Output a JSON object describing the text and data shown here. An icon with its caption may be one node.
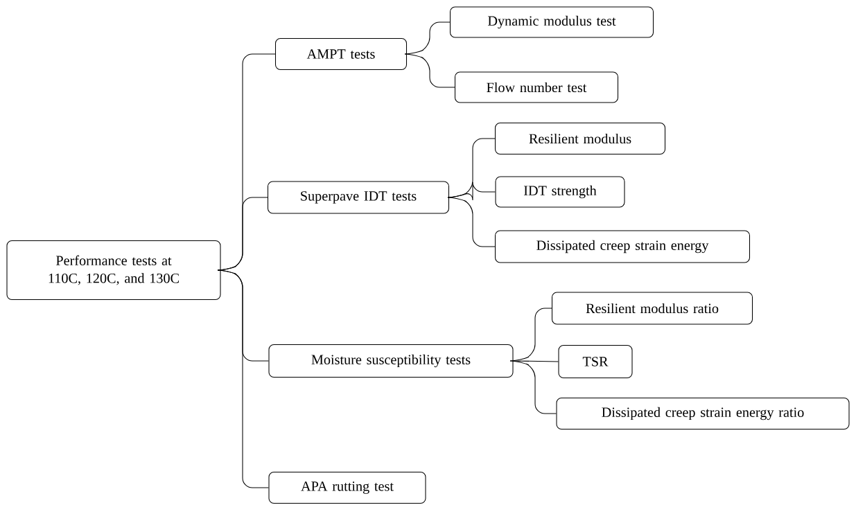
{
  "diagram": {
    "nodes": [
      {
        "text": [
          "Performance tests at 110C, 120C, and 130C"
        ]
      },
      {
        "text": [
          "AMPT tests"
        ]
      },
      {
        "text": [
          "Dynamic modulus test"
        ]
      },
      {
        "text": [
          "Flow number test"
        ]
      },
      {
        "text": [
          "Superpave IDT tests"
        ]
      },
      {
        "text": [
          "Resilient modulus"
        ]
      },
      {
        "text": [
          "IDT strength"
        ]
      },
      {
        "text": [
          "Dissipated creep strain energy"
        ]
      },
      {
        "text": [
          "Moisture susceptibility tests"
        ]
      },
      {
        "text": [
          "Resilient modulus ratio"
        ]
      },
      {
        "text": [
          "TSR"
        ]
      },
      {
        "text": [
          "Dissipated creep strain energy ratio"
        ]
      },
      {
        "text": [
          "APA rutting test"
        ]
      }
    ],
    "edges": [
      {
        "from": 0,
        "to": 1,
        "arrow": "none"
      },
      {
        "from": 0,
        "to": 4,
        "arrow": "none"
      },
      {
        "from": 0,
        "to": 8,
        "arrow": "none"
      },
      {
        "from": 0,
        "to": 12,
        "arrow": "none"
      },
      {
        "from": 1,
        "to": 2,
        "arrow": "none"
      },
      {
        "from": 1,
        "to": 3,
        "arrow": "none"
      },
      {
        "from": 4,
        "to": 5,
        "arrow": "none"
      },
      {
        "from": 4,
        "to": 6,
        "arrow": "none"
      },
      {
        "from": 4,
        "to": 7,
        "arrow": "none"
      },
      {
        "from": 8,
        "to": 9,
        "arrow": "none"
      },
      {
        "from": 8,
        "to": 10,
        "arrow": "none"
      },
      {
        "from": 8,
        "to": 11,
        "arrow": "none"
      }
    ]
  }
}
